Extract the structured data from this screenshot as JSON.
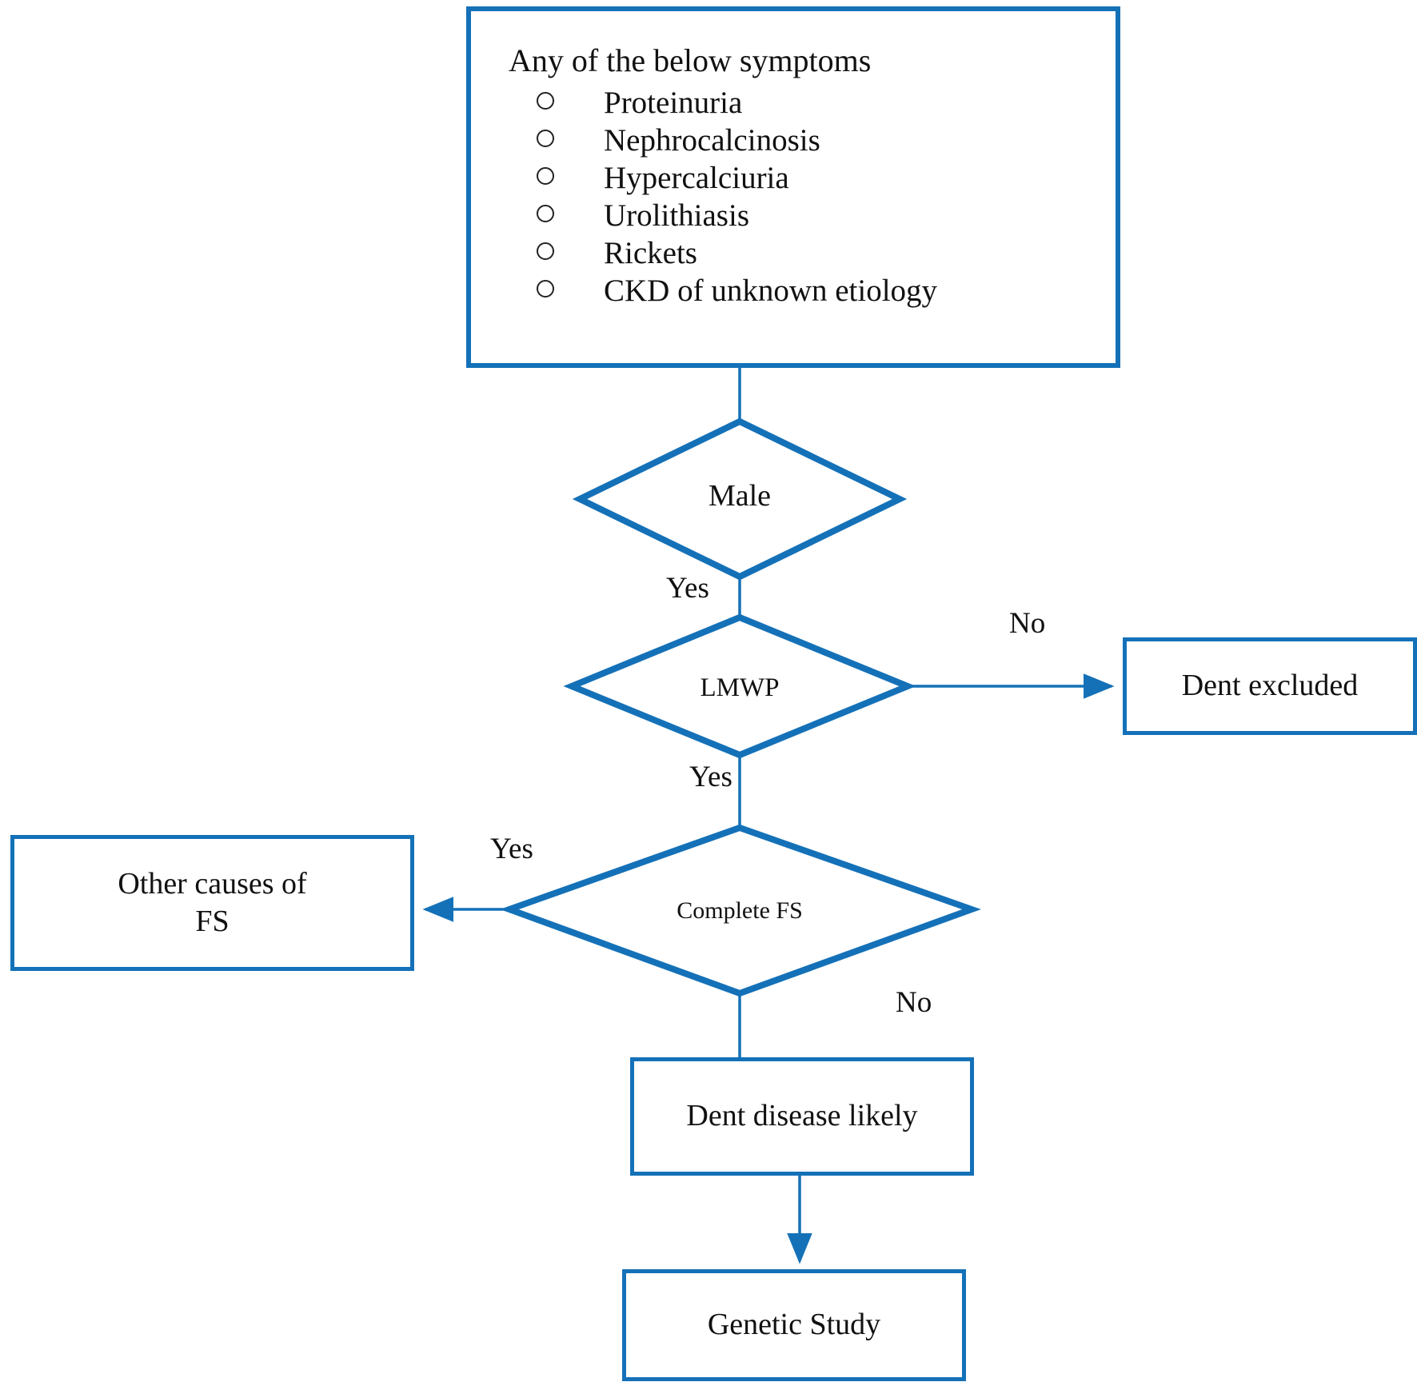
{
  "diagram": {
    "title": "Dent disease diagnostic flowchart",
    "accent_color": "#1471b8",
    "text_color": "#111111",
    "background_color": "#ffffff",
    "symptoms_box": {
      "heading": "Any of the below symptoms",
      "bullet_glyph": "o",
      "items": [
        "Proteinuria",
        "Nephrocalcinosis",
        "Hypercalciuria",
        "Urolithiasis",
        "Rickets",
        "CKD of unknown etiology"
      ]
    },
    "decisions": [
      {
        "id": "male",
        "label": "Male"
      },
      {
        "id": "lmwp",
        "label": "LMWP"
      },
      {
        "id": "complete_fs",
        "label": "Complete FS"
      }
    ],
    "terminals": [
      {
        "id": "dent_excluded",
        "label": "Dent excluded"
      },
      {
        "id": "other_causes_fs",
        "label": "Other causes of\nFS",
        "line1": "Other causes of",
        "line2": "FS"
      },
      {
        "id": "dent_disease_likely",
        "label": "Dent disease likely"
      },
      {
        "id": "genetic_study",
        "label": "Genetic Study"
      }
    ],
    "edges": [
      {
        "from": "symptoms",
        "to": "male",
        "label": ""
      },
      {
        "from": "male",
        "to": "lmwp",
        "label": "Yes"
      },
      {
        "from": "lmwp",
        "to": "dent_excluded",
        "label": "No"
      },
      {
        "from": "lmwp",
        "to": "complete_fs",
        "label": "Yes"
      },
      {
        "from": "complete_fs",
        "to": "other_causes_fs",
        "label": "Yes"
      },
      {
        "from": "complete_fs",
        "to": "dent_disease_likely",
        "label": "No"
      },
      {
        "from": "dent_disease_likely",
        "to": "genetic_study",
        "label": ""
      }
    ],
    "edge_labels": {
      "male_yes": "Yes",
      "lmwp_no": "No",
      "lmwp_yes": "Yes",
      "fs_yes": "Yes",
      "fs_no": "No"
    }
  }
}
